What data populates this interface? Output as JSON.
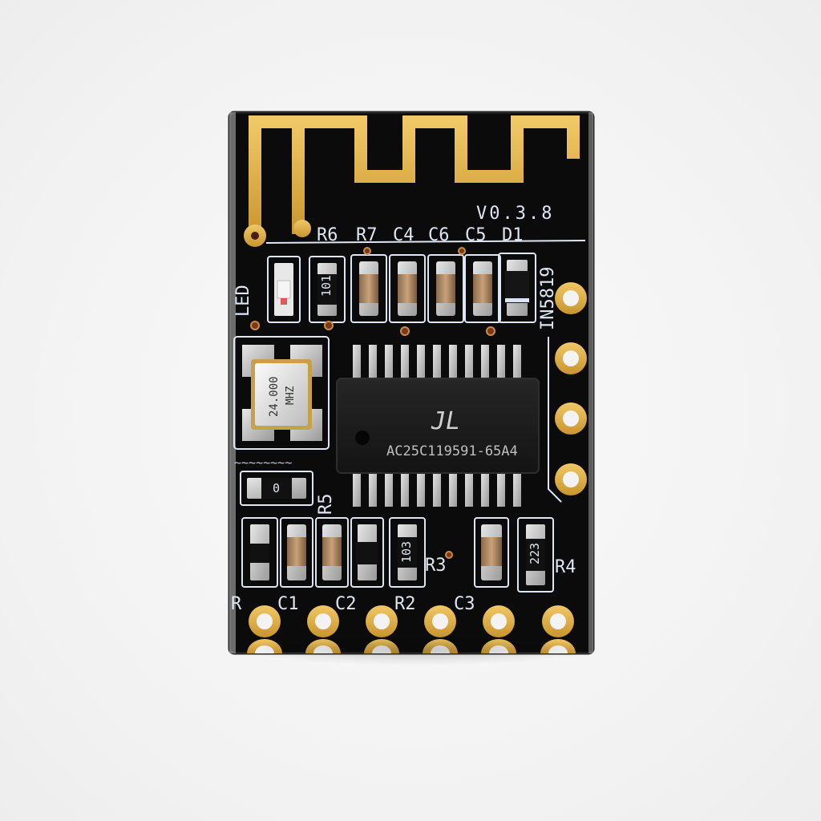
{
  "board": {
    "version": "V0.3.8",
    "chip_text": "AC25C119591-65A4",
    "chip_logo": "JL",
    "crystal_line1": "24.000",
    "crystal_line2": "MHZ",
    "labels": {
      "r6": "R6",
      "r7": "R7",
      "c4": "C4",
      "c6": "C6",
      "c5": "C5",
      "d1": "D1",
      "led": "LED",
      "in5819": "IN5819",
      "r5": "R5",
      "r3": "R3",
      "r4": "R4",
      "r1": "R",
      "c1": "C1",
      "c2": "C2",
      "r2": "R2",
      "c3": "C3"
    },
    "resistor_codes": {
      "r6": "101",
      "r5": "0",
      "r2": "103",
      "r4": "223"
    },
    "colors": {
      "pcb": "#0b0b0b",
      "gold": "#e3b44e",
      "silkscreen": "#dde6f2",
      "chip": "#1b1b1b"
    }
  }
}
